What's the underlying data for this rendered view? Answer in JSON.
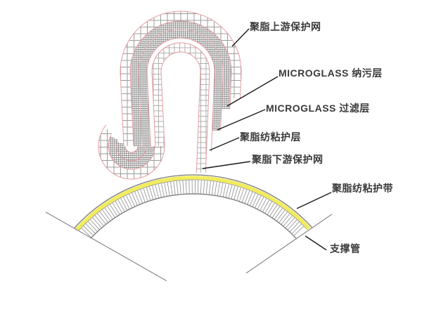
{
  "diagram": {
    "title": "pleated-filter-media-layer-structure",
    "labels": [
      {
        "id": "upstream-net",
        "text": "聚脂上游保护网"
      },
      {
        "id": "microglass-dirt",
        "text": "MICROGLASS 纳污层"
      },
      {
        "id": "microglass-filter",
        "text": "MICROGLASS 过滤层"
      },
      {
        "id": "spunbond-layer",
        "text": "聚脂纺粘护层"
      },
      {
        "id": "downstream-net",
        "text": "聚脂下游保护网"
      },
      {
        "id": "spunbond-band",
        "text": "聚脂纺粘护带"
      },
      {
        "id": "support-tube",
        "text": "支撑管"
      }
    ],
    "colors": {
      "outline_pink": "#e59aa2",
      "net_grid_gray": "#9c9c9c",
      "hatch_gray": "#848484",
      "band_yellow": "#f1ec5d",
      "tube_edge_gray": "#7d7d7d",
      "leader_black": "#1a1a1a"
    }
  }
}
